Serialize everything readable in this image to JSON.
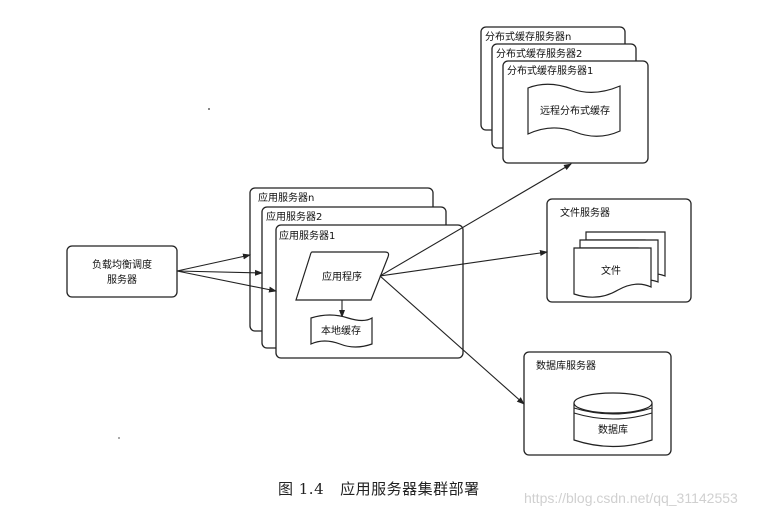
{
  "diagram": {
    "load_balancer": {
      "line1": "负载均衡调度",
      "line2": "服务器"
    },
    "app_servers": [
      {
        "label": "应用服务器n"
      },
      {
        "label": "应用服务器2"
      },
      {
        "label": "应用服务器1"
      }
    ],
    "app_program": "应用程序",
    "local_cache": "本地缓存",
    "cache_servers": [
      {
        "label": "分布式缓存服务器n"
      },
      {
        "label": "分布式缓存服务器2"
      },
      {
        "label": "分布式缓存服务器1"
      }
    ],
    "remote_cache": "远程分布式缓存",
    "file_server": {
      "label": "文件服务器",
      "content": "文件"
    },
    "db_server": {
      "label": "数据库服务器",
      "content": "数据库"
    }
  },
  "caption": {
    "number": "图 1.4",
    "text": "应用服务器集群部署"
  },
  "watermark": "https://blog.csdn.net/qq_31142553"
}
